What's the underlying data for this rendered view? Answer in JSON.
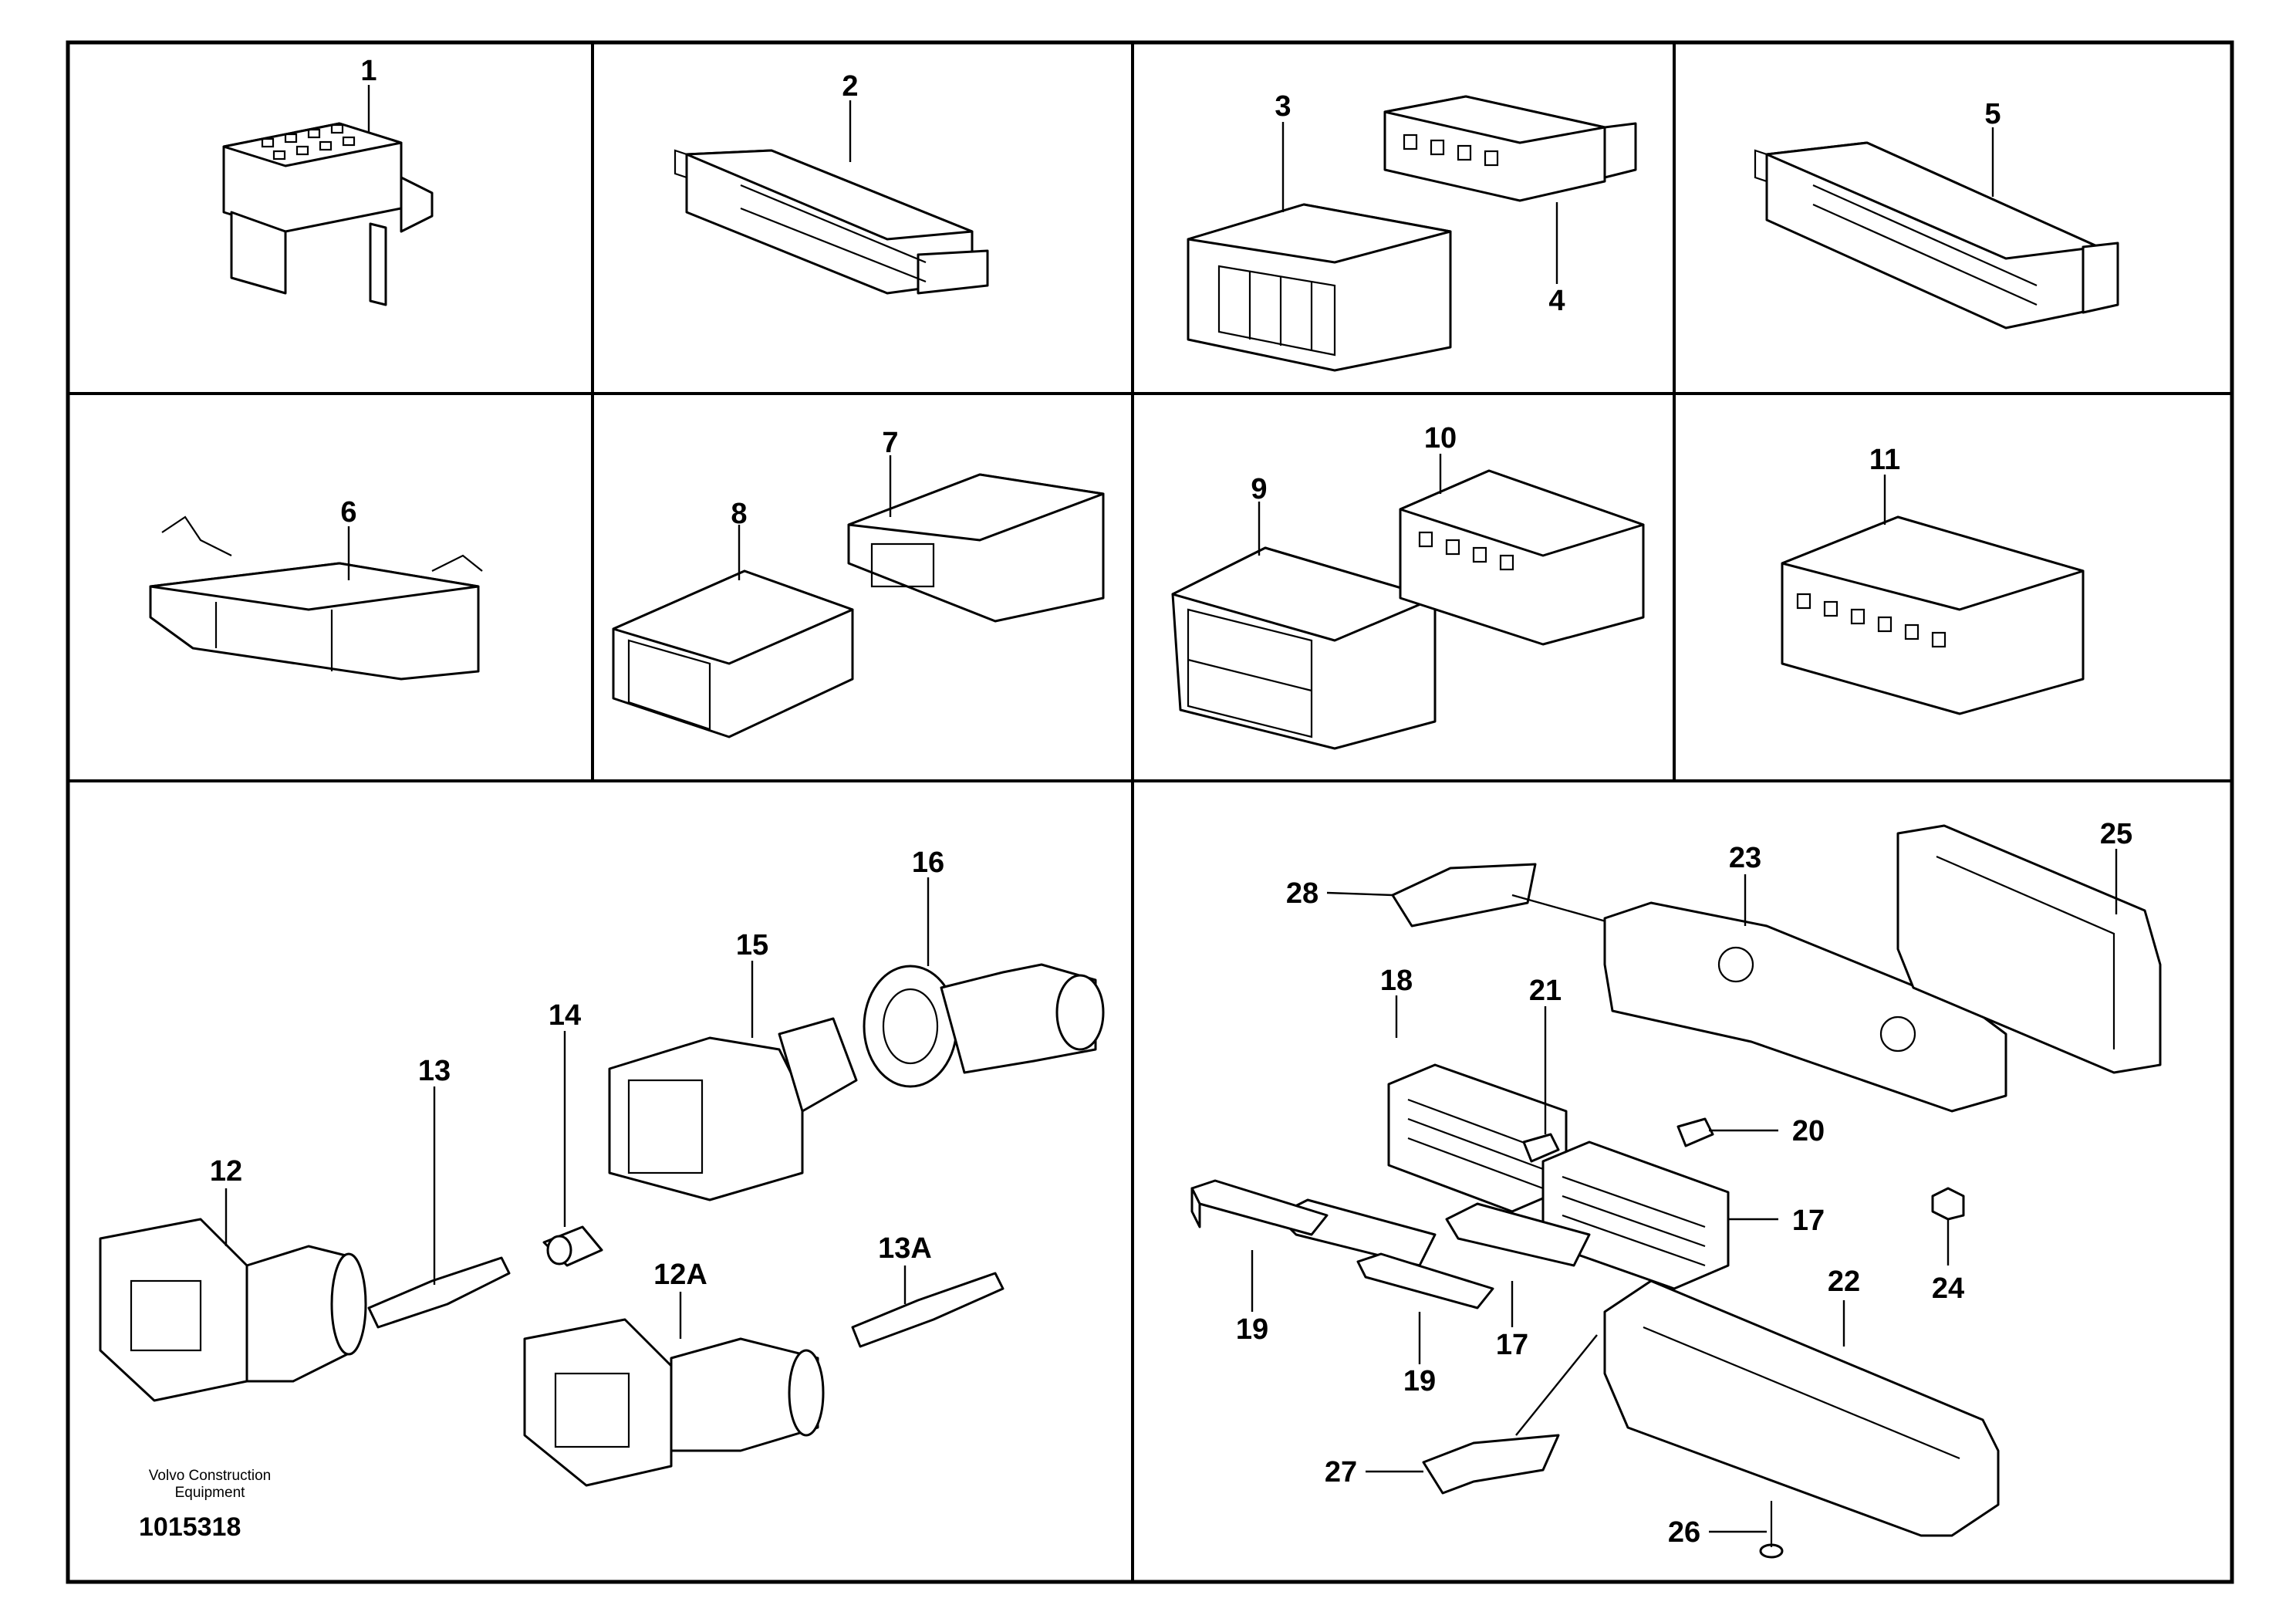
{
  "colors": {
    "line": "#000000",
    "background": "#ffffff"
  },
  "callouts": {
    "c1": "1",
    "c2": "2",
    "c3": "3",
    "c4": "4",
    "c5": "5",
    "c6": "6",
    "c7": "7",
    "c8": "8",
    "c9": "9",
    "c10": "10",
    "c11": "11",
    "c12": "12",
    "c12A": "12A",
    "c13": "13",
    "c13A": "13A",
    "c14": "14",
    "c15": "15",
    "c16": "16",
    "c17a": "17",
    "c17b": "17",
    "c18": "18",
    "c19a": "19",
    "c19b": "19",
    "c20": "20",
    "c21": "21",
    "c22": "22",
    "c23": "23",
    "c24": "24",
    "c25": "25",
    "c26": "26",
    "c27": "27",
    "c28": "28"
  },
  "footer": {
    "brand_line1": "Volvo Construction",
    "brand_line2": "Equipment",
    "document_number": "1015318"
  }
}
